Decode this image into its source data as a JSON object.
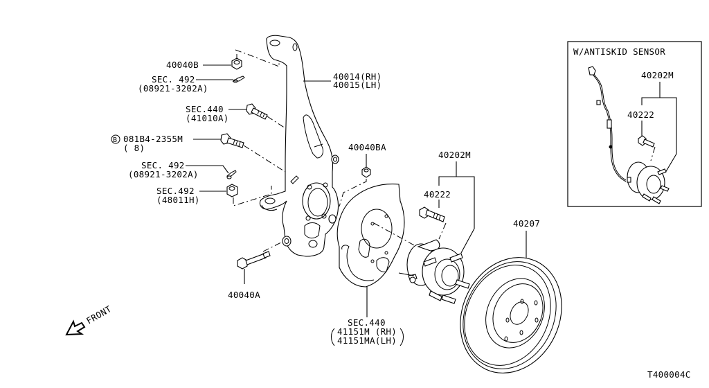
{
  "diagram": {
    "title": "Front Axle / Steering Knuckle Parts Diagram",
    "diagram_code": "T400004C",
    "front_arrow": {
      "label": "FRONT",
      "icon": "front-direction-arrow-icon"
    },
    "labels": {
      "nut_40040B": "40040B",
      "cotter_sec492_a_line1": "SEC. 492",
      "cotter_sec492_a_line2": "(08921-3202A)",
      "bolt_sec440_line1": "SEC.440",
      "bolt_sec440_line2": "(41010A)",
      "bolt_081B4_marker": "B",
      "bolt_081B4_line1": "081B4-2355M",
      "bolt_081B4_line2": "( 8)",
      "cotter_sec492_b_line1": "SEC. 492",
      "cotter_sec492_b_line2": "(08921-3202A)",
      "nut_sec492_line1": "SEC.492",
      "nut_sec492_line2": "(48011H)",
      "knuckle_rh": "40014(RH)",
      "knuckle_lh": "40015(LH)",
      "nut_40040BA": "40040BA",
      "bolt_40040A": "40040A",
      "hub_40202M": "40202M",
      "bolt_40222": "40222",
      "rotor_40207": "40207",
      "shield_line1": "SEC.440",
      "shield_line2": "41151M  (RH)",
      "shield_line3": "41151MA(LH)"
    },
    "inset": {
      "title": "W/ANTISKID SENSOR",
      "hub_label": "40202M",
      "bolt_label": "40222"
    }
  }
}
